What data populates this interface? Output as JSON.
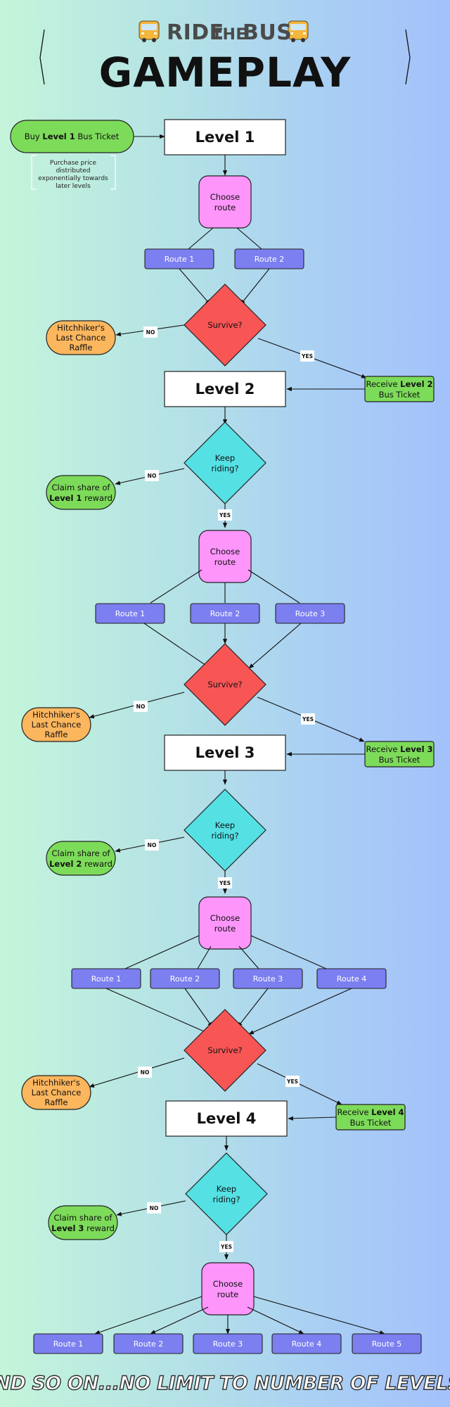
{
  "header": {
    "title_prefix": "RIDE",
    "title_mid": "THE",
    "title_suffix": "BUS",
    "subtitle": "GAMEPLAY",
    "bus_icon": "bus-icon"
  },
  "start": {
    "buy_pre": "Buy ",
    "buy_bold": "Level 1",
    "buy_post": " Bus Ticket",
    "note_1": "Purchase price",
    "note_2": "distributed",
    "note_3": "exponentially towards",
    "note_4": "later levels"
  },
  "levels": [
    "Level 1",
    "Level 2",
    "Level 3",
    "Level 4"
  ],
  "nodes": {
    "choose_1": "Choose",
    "choose_2": "route",
    "survive": "Survive?",
    "keep_1": "Keep",
    "keep_2": "riding?",
    "yes": "YES",
    "no": "NO",
    "raffle_1": "Hitchhiker's",
    "raffle_2": "Last Chance",
    "raffle_3": "Raffle",
    "claim_1": "Claim share of",
    "claim_post": " reward",
    "receive_pre": "Receive ",
    "bus_ticket": "Bus Ticket"
  },
  "reward_levels": [
    "Level 1",
    "Level 2",
    "Level 3"
  ],
  "receive_levels": [
    "Level 2",
    "Level 3",
    "Level 4"
  ],
  "routes": [
    "Route 1",
    "Route 2",
    "Route 3",
    "Route 4",
    "Route 5"
  ],
  "footer": "AND SO ON...NO LIMIT TO NUMBER OF LEVELS!",
  "colors": {
    "choose": "#fd95fb",
    "survive": "#f85555",
    "keep": "#55e0e4",
    "route": "#7c7ff0",
    "raffle": "#fcb65e",
    "green": "#7ddb5a",
    "level": "#ffffff"
  }
}
